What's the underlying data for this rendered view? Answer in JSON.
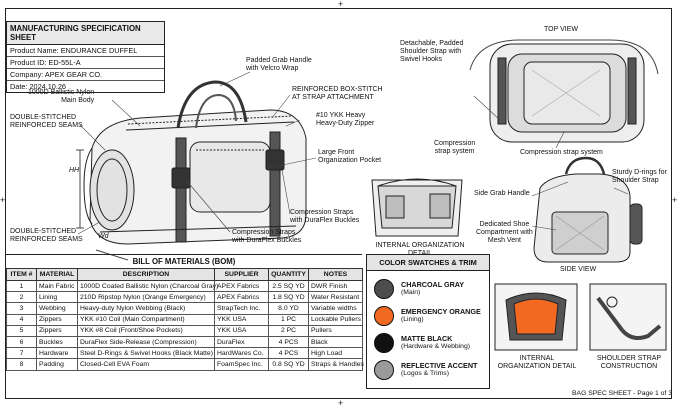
{
  "header": {
    "title": "MANUFACTURING SPECIFICATION SHEET",
    "product_name": "Product Name: ENDURANCE DUFFEL",
    "product_id": "Product ID: ED-55L-A",
    "company": "Company: APEX GEAR CO.",
    "date": "Date: 2024.10.26"
  },
  "callouts": {
    "ballistic": [
      "1000D Ballistic Nylon",
      "Main Body"
    ],
    "double_stitch_top": [
      "DOUBLE-STITCHED",
      "REINFORCED SEAMS"
    ],
    "double_stitch_bottom": [
      "DOUBLE-STITCHED",
      "REINFORCED SEAMS"
    ],
    "grab_handle": [
      "Padded Grab Handle",
      "with Velcro Wrap"
    ],
    "box_stitch": [
      "REINFORCED BOX-STITCH",
      "AT STRAP ATTACHMENT"
    ],
    "zipper": [
      "#10 YKK Heavy",
      "Heavy-Duty Zipper"
    ],
    "front_pocket": [
      "Large Front",
      "Organization Pocket"
    ],
    "comp_straps_1": [
      "Compression Straps",
      "with DuraFlex Buckles"
    ],
    "comp_straps_2": [
      "Compression Straps",
      "with DuraFlex Buckles"
    ],
    "shoulder_strap": [
      "Detachable, Padded",
      "Shoulder Strap with",
      "Swivel Hooks"
    ],
    "comp_system_1": [
      "Compression",
      "strap system"
    ],
    "comp_system_2": "Compression strap system",
    "d_rings": [
      "Sturdy D-rings for",
      "Shoulder Strap"
    ],
    "side_grab": "Side Grab Handle",
    "shoe_compartment": [
      "Dedicated Shoe",
      "Compartment with",
      "Mesh Vent"
    ]
  },
  "dimensions": {
    "height": "HH",
    "width": "Wd"
  },
  "views": {
    "top": "TOP VIEW",
    "side": "SIDE VIEW",
    "internal": "INTERNAL ORGANIZATION DETAIL",
    "internal_small": [
      "INTERNAL",
      "ORGANIZATION DETAIL"
    ],
    "shoulder_construction": [
      "SHOULDER STRAP",
      "CONSTRUCTION"
    ]
  },
  "bom": {
    "title": "BILL OF MATERIALS (BOM)",
    "columns": [
      "ITEM #",
      "MATERIAL",
      "DESCRIPTION",
      "SUPPLIER",
      "QUANTITY",
      "NOTES"
    ],
    "rows": [
      [
        "1",
        "Main Fabric",
        "1000D Coated Ballistic Nylon (Charcoal Gray)",
        "APEX Fabrics",
        "2.5 SQ YD",
        "DWR Finish"
      ],
      [
        "2",
        "Lining",
        "210D Ripstop Nylon (Orange Emergency)",
        "APEX Fabrics",
        "1.8 SQ YD",
        "Water Resistant"
      ],
      [
        "3",
        "Webbing",
        "Heavy-duty Nylon Webbing (Black)",
        "StrapTech Inc.",
        "8.0 YD",
        "Variable widths"
      ],
      [
        "4",
        "Zippers",
        "YKK #10 Coil (Main Compartment)",
        "YKK USA",
        "1 PC",
        "Lockable Pullers"
      ],
      [
        "5",
        "Zippers",
        "YKK #8 Coil (Front/Shoe Pockets)",
        "YKK USA",
        "2 PC",
        "Pullers"
      ],
      [
        "6",
        "Buckles",
        "DuraFlex Side-Release (Compression)",
        "DuraFlex",
        "4 PCS",
        "Black"
      ],
      [
        "7",
        "Hardware",
        "Steel D-Rings & Swivel Hooks (Black Matte)",
        "HardWares Co.",
        "4 PCS",
        "High Load"
      ],
      [
        "8",
        "Padding",
        "Closed-Cell EVA Foam",
        "FoamSpec Inc.",
        "0.8 SQ YD",
        "Straps & Handles"
      ]
    ]
  },
  "swatches": {
    "title": "COLOR SWATCHES & TRIM",
    "items": [
      {
        "name": "CHARCOAL GRAY",
        "desc": "(Main)",
        "color": "#4d4d4d"
      },
      {
        "name": "EMERGENCY ORANGE",
        "desc": "(Lining)",
        "color": "#f26a21"
      },
      {
        "name": "MATTE BLACK",
        "desc": "(Hardware & Webbing)",
        "color": "#111111"
      },
      {
        "name": "REFLECTIVE ACCENT",
        "desc": "(Logos & Trims)",
        "color": "#9a9a9a"
      }
    ]
  },
  "footer": "BAG SPEC SHEET - Page 1 of 3"
}
